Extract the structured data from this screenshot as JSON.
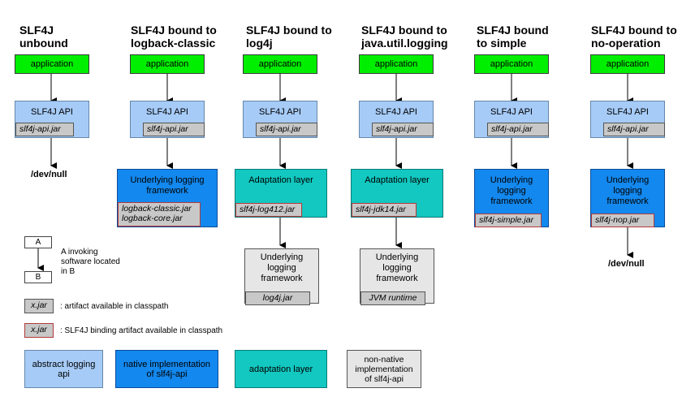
{
  "columns": [
    {
      "title1": "SLF4J",
      "title2": "unbound",
      "app": "application",
      "api": "SLF4J API",
      "api_jar": "slf4j-api.jar",
      "result": "/dev/null"
    },
    {
      "title1": "SLF4J bound to",
      "title2": "logback-classic",
      "app": "application",
      "api": "SLF4J API",
      "api_jar": "slf4j-api.jar",
      "impl": "Underlying logging framework",
      "impl_jar1": "logback-classic.jar",
      "impl_jar2": "logback-core.jar"
    },
    {
      "title1": "SLF4J bound to",
      "title2": "log4j",
      "app": "application",
      "api": "SLF4J API",
      "api_jar": "slf4j-api.jar",
      "adapt": "Adaptation layer",
      "adapt_jar": "slf4j-log412.jar",
      "under": "Underlying logging framework",
      "under_jar": "log4j.jar"
    },
    {
      "title1": "SLF4J bound to",
      "title2": "java.util.logging",
      "app": "application",
      "api": "SLF4J API",
      "api_jar": "slf4j-api.jar",
      "adapt": "Adaptation layer",
      "adapt_jar": "slf4j-jdk14.jar",
      "under": "Underlying logging framework",
      "under_jar": "JVM runtime"
    },
    {
      "title1": "SLF4J bound",
      "title2": "to simple",
      "app": "application",
      "api": "SLF4J API",
      "api_jar": "slf4j-api.jar",
      "impl": "Underlying logging framework",
      "impl_jar": "slf4j-simple.jar"
    },
    {
      "title1": "SLF4J bound to",
      "title2": "no-operation",
      "app": "application",
      "api": "SLF4J API",
      "api_jar": "slf4j-api.jar",
      "impl": "Underlying logging framework",
      "impl_jar": "slf4j-nop.jar",
      "result": "/dev/null"
    }
  ],
  "legend": {
    "a": "A",
    "b": "B",
    "invoking": "A invoking software located in B",
    "jar": "x.jar",
    "jar_desc": ": artifact available in classpath",
    "binding_jar": "x.jar",
    "binding_desc": ": SLF4J binding artifact available in classpath",
    "abstract": "abstract logging api",
    "native": "native implementation of slf4j-api",
    "adaptation": "adaptation layer",
    "nonnative": "non-native implementation of slf4j-api"
  },
  "colors": {
    "application": "#00ee00",
    "abstract_api": "#a6cbf7",
    "native_impl": "#1388ee",
    "adaptation": "#12c8c0",
    "non_native": "#e6e6e6",
    "jar": "#c8c8c8",
    "binding_border": "#b33a3a"
  }
}
